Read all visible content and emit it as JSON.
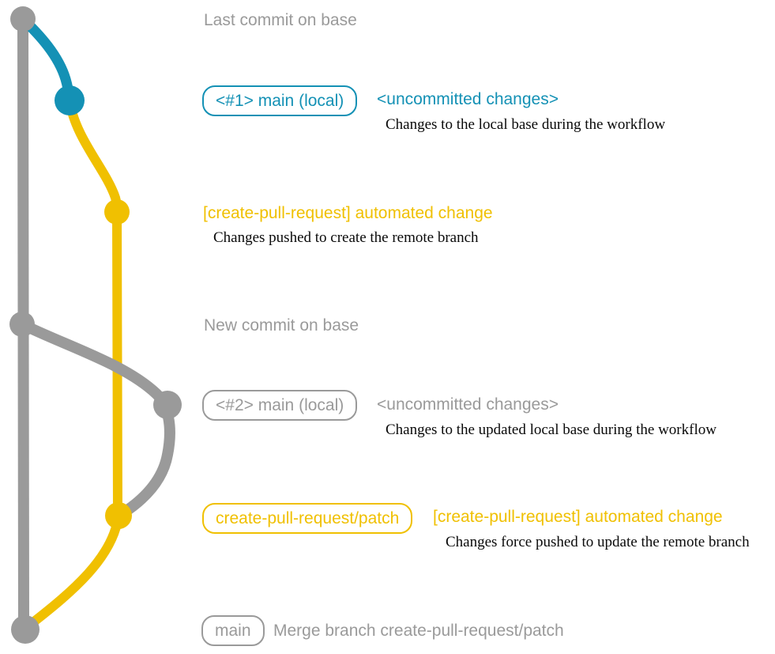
{
  "colors": {
    "gray": "#9a9a9a",
    "teal": "#1491b5",
    "yellow": "#f0c001",
    "dark": "#0a0a0a",
    "bg": "#ffffff"
  },
  "labels": {
    "last_commit_heading": "Last commit on base",
    "new_commit_heading": "New commit on base",
    "row1_badge": "<#1> main (local)",
    "row1_title": "<uncommitted changes>",
    "row1_desc": "Changes to the local base during the workflow",
    "row2_title": "[create-pull-request] automated change",
    "row2_desc": "Changes pushed to create the remote branch",
    "row3_badge": "<#2> main (local)",
    "row3_title": "<uncommitted changes>",
    "row3_desc": "Changes to the updated local base during the workflow",
    "row4_badge": "create-pull-request/patch",
    "row4_title": "[create-pull-request] automated change",
    "row4_desc": "Changes force pushed to update the remote branch",
    "row5_badge": "main",
    "row5_text": "Merge branch create-pull-request/patch"
  },
  "graph": {
    "branches": [
      {
        "name": "base",
        "color": "#9a9a9a"
      },
      {
        "name": "main-local-1",
        "color": "#1491b5"
      },
      {
        "name": "create-pull-request/patch",
        "color": "#f0c001"
      },
      {
        "name": "main-local-2",
        "color": "#9a9a9a"
      }
    ],
    "commits": [
      {
        "name": "last-commit-on-base",
        "branch": "base",
        "color": "gray"
      },
      {
        "name": "uncommitted-changes-1",
        "branch": "main-local-1",
        "color": "blue"
      },
      {
        "name": "automated-change-1",
        "branch": "create-pull-request/patch",
        "color": "yellow"
      },
      {
        "name": "new-commit-on-base",
        "branch": "base",
        "color": "gray"
      },
      {
        "name": "uncommitted-changes-2",
        "branch": "main-local-2",
        "color": "gray"
      },
      {
        "name": "automated-change-2",
        "branch": "create-pull-request/patch",
        "color": "yellow"
      },
      {
        "name": "merge-commit",
        "branch": "base",
        "color": "gray"
      }
    ]
  }
}
